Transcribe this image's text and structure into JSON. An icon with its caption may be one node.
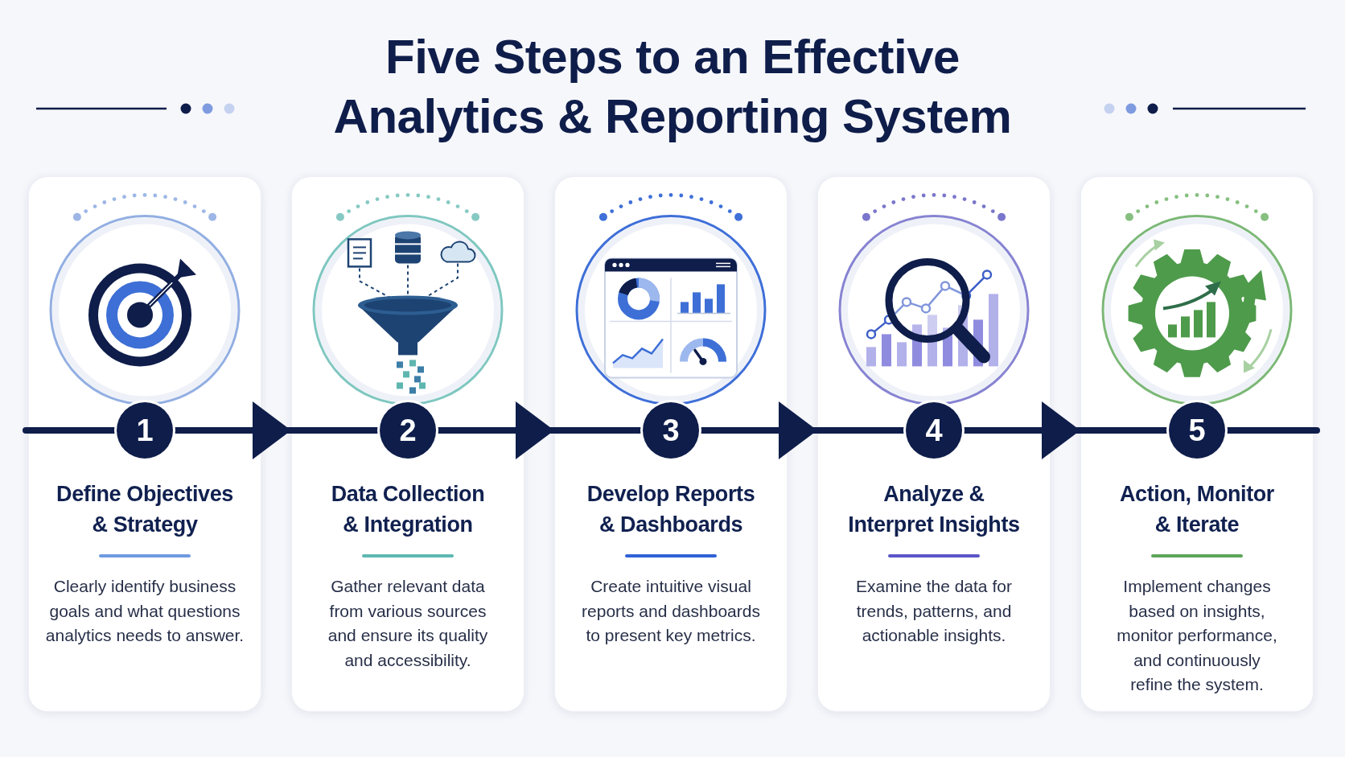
{
  "diagram": {
    "title": "Five Steps to an Effective Analytics & Reporting System",
    "nodes": [
      {
        "text": [
          "Define Objectives & Strategy",
          "Clearly identify business goals and what questions analytics needs to answer."
        ]
      },
      {
        "text": [
          "1"
        ],
        "in": 0
      },
      {
        "text": [
          "Data Collection & Integration",
          "Gather relevant data from various sources and ensure its quality and accessibility."
        ]
      },
      {
        "text": [
          "2"
        ],
        "in": 2
      },
      {
        "text": [
          "Develop Reports & Dashboards",
          "Create intuitive visual reports and dashboards to present key metrics."
        ]
      },
      {
        "text": [
          "3"
        ],
        "in": 4
      },
      {
        "text": [
          "Analyze & Interpret Insights",
          "Examine the data for trends, patterns, and actionable insights."
        ]
      },
      {
        "text": [
          "4"
        ],
        "in": 6
      },
      {
        "text": [
          "Action, Monitor & Iterate",
          "Implement changes based on insights, monitor performance, and continuously refine the system."
        ]
      },
      {
        "text": [
          "5"
        ],
        "in": 8
      }
    ],
    "edges": [
      {
        "from": 0,
        "to": 2,
        "arrow": "to"
      },
      {
        "from": 2,
        "to": 4,
        "arrow": "to"
      },
      {
        "from": 4,
        "to": 6,
        "arrow": "to"
      },
      {
        "from": 6,
        "to": 8,
        "arrow": "to"
      }
    ]
  }
}
